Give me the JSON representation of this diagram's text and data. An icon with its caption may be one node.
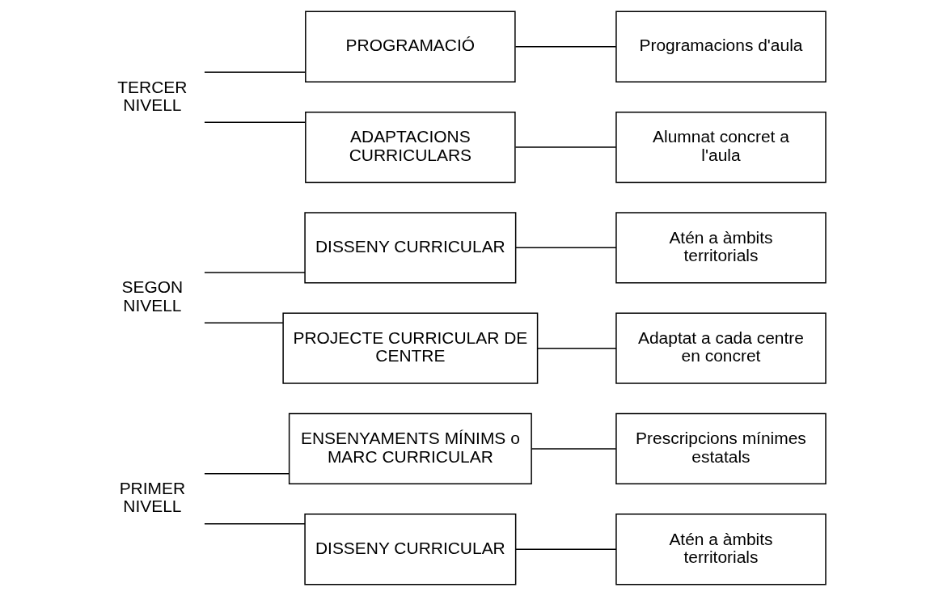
{
  "diagram": {
    "nodes": [
      {
        "text": [
          "PRIMER NIVELL"
        ]
      },
      {
        "text": [
          "ENSENYAMENTS MÍNIMS o MARC CURRICULAR"
        ]
      },
      {
        "text": [
          "Prescripcions mínimes estatals"
        ]
      },
      {
        "text": [
          "DISSENY CURRICULAR"
        ]
      },
      {
        "text": [
          "Atén a àmbits territorials"
        ]
      },
      {
        "text": [
          "SEGON NIVELL"
        ]
      },
      {
        "text": [
          "DISSENY CURRICULAR"
        ]
      },
      {
        "text": [
          "Atén a àmbits territorials"
        ]
      },
      {
        "text": [
          "PROJECTE CURRICULAR DE CENTRE"
        ]
      },
      {
        "text": [
          "Adaptat a cada centre en concret"
        ]
      },
      {
        "text": [
          "TERCER NIVELL"
        ]
      },
      {
        "text": [
          "PROGRAMACIÓ"
        ]
      },
      {
        "text": [
          "Programacions d'aula"
        ]
      },
      {
        "text": [
          "ADAPTACIONS CURRICULARS"
        ]
      },
      {
        "text": [
          "Alumnat concret a l'aula"
        ]
      }
    ],
    "edges": [
      {
        "from": 0,
        "to": 1,
        "arrow": "none"
      },
      {
        "from": 0,
        "to": 3,
        "arrow": "none"
      },
      {
        "from": 1,
        "to": 2,
        "arrow": "none"
      },
      {
        "from": 3,
        "to": 4,
        "arrow": "none"
      },
      {
        "from": 5,
        "to": 6,
        "arrow": "none"
      },
      {
        "from": 5,
        "to": 8,
        "arrow": "none"
      },
      {
        "from": 6,
        "to": 7,
        "arrow": "none"
      },
      {
        "from": 8,
        "to": 9,
        "arrow": "none"
      },
      {
        "from": 10,
        "to": 11,
        "arrow": "none"
      },
      {
        "from": 10,
        "to": 13,
        "arrow": "none"
      },
      {
        "from": 11,
        "to": 12,
        "arrow": "none"
      },
      {
        "from": 13,
        "to": 14,
        "arrow": "none"
      }
    ]
  }
}
